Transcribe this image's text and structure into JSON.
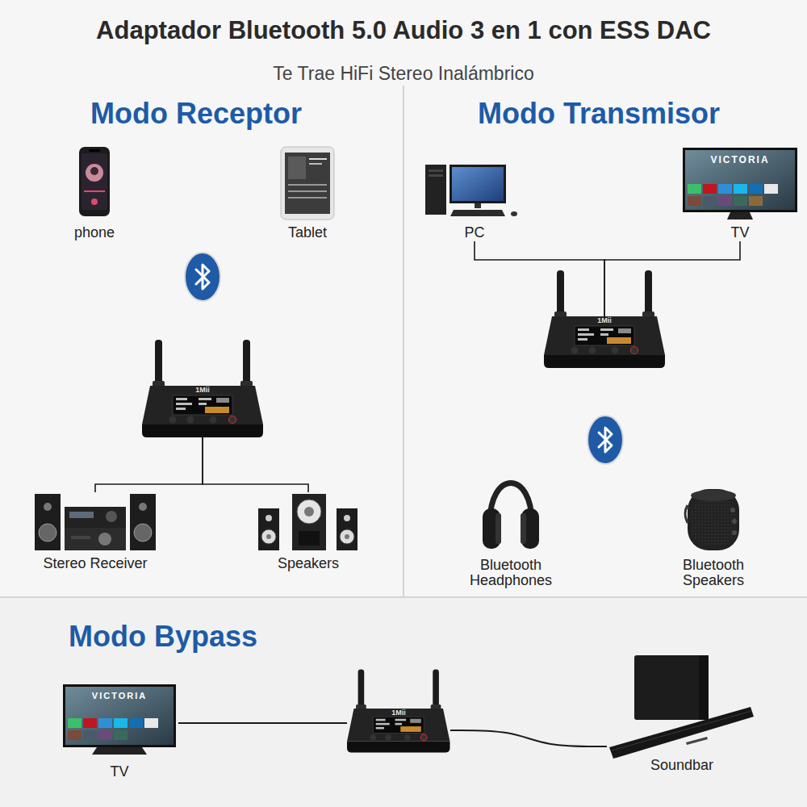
{
  "diagram": {
    "title": "Adaptador Bluetooth 5.0 Audio 3 en 1 con ESS DAC",
    "nodes": [
      {
        "text": [
          "phone"
        ]
      },
      {
        "text": [
          "Tablet"
        ]
      },
      {
        "text": [
          "1Mii"
        ]
      },
      {
        "text": [
          "Stereo Receiver"
        ]
      },
      {
        "text": [
          "Speakers"
        ]
      },
      {
        "text": [
          "PC"
        ]
      },
      {
        "text": [
          "TV"
        ]
      },
      {
        "text": [
          "1Mii"
        ]
      },
      {
        "text": [
          "Bluetooth Headphones"
        ]
      },
      {
        "text": [
          "Bluetooth Speakers"
        ]
      },
      {
        "text": [
          "TV"
        ]
      },
      {
        "text": [
          "1Mii"
        ]
      },
      {
        "text": [
          "Soundbar"
        ]
      }
    ],
    "edges": [
      {
        "from": 2,
        "to": 3,
        "arrow": "none"
      },
      {
        "from": 2,
        "to": 4,
        "arrow": "none"
      },
      {
        "from": 5,
        "to": 7,
        "arrow": "none"
      },
      {
        "from": 6,
        "to": 7,
        "arrow": "none"
      },
      {
        "from": 10,
        "to": 11,
        "arrow": "none"
      },
      {
        "from": 11,
        "to": 12,
        "arrow": "none"
      }
    ],
    "labels": [
      "Te Trae HiFi Stereo Inalámbrico",
      "Modo Receptor",
      "Modo Transmisor",
      "Modo Bypass",
      "VICTORIA",
      "VICTORIA"
    ]
  }
}
